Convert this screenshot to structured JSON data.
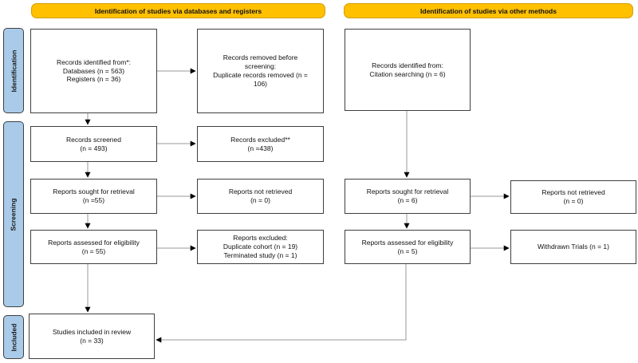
{
  "title": "PRISMA flow diagram",
  "colors": {
    "header_fill": "#FFC000",
    "header_border": "#D49D00",
    "side_label_fill": "#A9CBE9",
    "box_border": "#3F3F3F",
    "arrow_line": "#999999",
    "arrow_head": "#000000"
  },
  "headers": {
    "left": "Identification of studies via databases and registers",
    "right": "Identification of studies via other methods"
  },
  "side_labels": {
    "identification": "Identification",
    "screening": "Screening",
    "included": "Included"
  },
  "boxes": {
    "records_identified": {
      "lines": [
        "Records identified from*:",
        "Databases (n = 563)",
        "Registers (n = 36)"
      ]
    },
    "records_removed": {
      "lines": [
        "Records removed before",
        "screening:",
        "Duplicate records removed (n =",
        "106)"
      ]
    },
    "citation_identified": {
      "lines": [
        "Records identified from:",
        "Citation searching (n = 6)"
      ]
    },
    "records_screened": {
      "lines": [
        "Records screened",
        "(n = 493)"
      ]
    },
    "records_excluded": {
      "lines": [
        "Records excluded**",
        "(n =438)"
      ]
    },
    "reports_sought_db": {
      "lines": [
        "Reports sought for retrieval",
        "(n =55)"
      ]
    },
    "reports_not_retrieved_db": {
      "lines": [
        "Reports not retrieved",
        "(n = 0)"
      ]
    },
    "reports_sought_other": {
      "lines": [
        "Reports sought for retrieval",
        "(n = 6)"
      ]
    },
    "reports_not_retrieved_other": {
      "lines": [
        "Reports not retrieved",
        "(n = 0)"
      ]
    },
    "reports_assessed_db": {
      "lines": [
        "Reports assessed for eligibility",
        "(n = 55)"
      ]
    },
    "reports_excluded": {
      "lines": [
        "Reports excluded:",
        "Duplicate cohort (n = 19)",
        "Terminated study (n = 1)"
      ]
    },
    "reports_assessed_other": {
      "lines": [
        "Reports assessed for eligibility",
        "(n = 5)"
      ]
    },
    "withdrawn_trials": {
      "lines": [
        "Withdrawn Trials (n = 1)"
      ]
    },
    "studies_included": {
      "lines": [
        "Studies included in review",
        "(n = 33)"
      ]
    }
  }
}
